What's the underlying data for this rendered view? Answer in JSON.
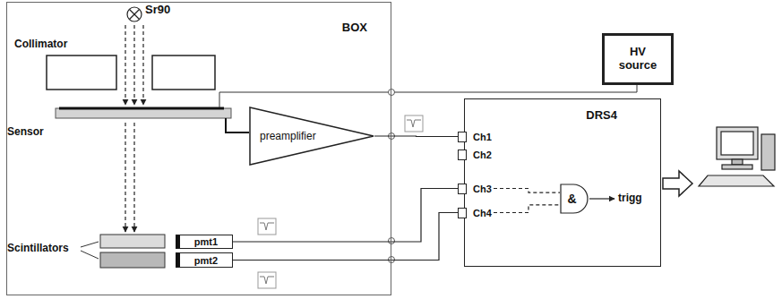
{
  "diagram": {
    "nodes": [
      {
        "text": [
          "BOX"
        ]
      },
      {
        "text": [
          "preamplifier"
        ],
        "in": 0
      },
      {
        "text": [
          "pmt1"
        ],
        "in": 0
      },
      {
        "text": [
          "pmt2"
        ],
        "in": 0
      },
      {
        "text": [
          "HV source"
        ]
      },
      {
        "text": [
          "DRS4"
        ]
      },
      {
        "text": [
          "Ch1"
        ],
        "in": 5
      },
      {
        "text": [
          "Ch2"
        ],
        "in": 5
      },
      {
        "text": [
          "Ch3"
        ],
        "in": 5
      },
      {
        "text": [
          "Ch4"
        ],
        "in": 5
      },
      {
        "text": [
          "&"
        ],
        "in": 5
      }
    ],
    "edges": [
      {
        "from": 1,
        "to": 6,
        "arrow": "none"
      },
      {
        "from": 2,
        "to": 8,
        "arrow": "none"
      },
      {
        "from": 3,
        "to": 9,
        "arrow": "none"
      },
      {
        "from": 8,
        "to": 10,
        "arrow": "none"
      },
      {
        "from": 9,
        "to": 10,
        "arrow": "none"
      }
    ],
    "labels": [
      "Sr90",
      "Collimator",
      "Sensor",
      "Scintillators",
      "trigg"
    ]
  }
}
